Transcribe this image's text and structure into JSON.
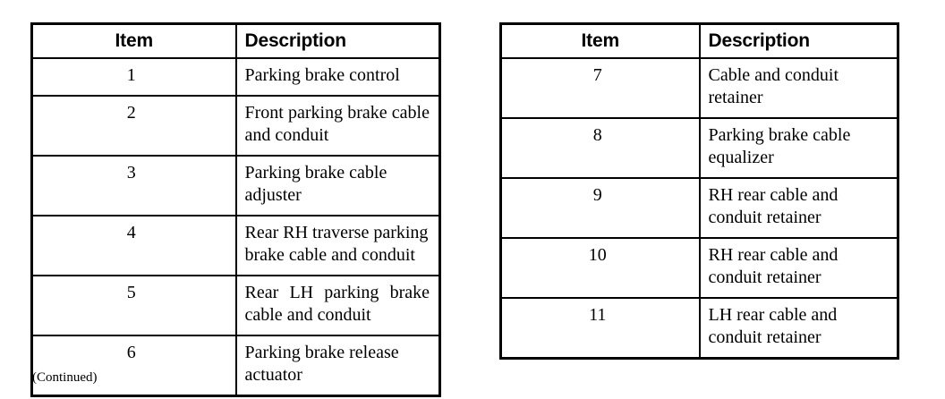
{
  "page": {
    "background_color": "#ffffff",
    "text_color": "#000000",
    "continued_note": "(Continued)"
  },
  "tables": [
    {
      "id": "left",
      "headers": {
        "item": "Item",
        "description": "Description"
      },
      "rows": [
        {
          "item": "1",
          "description": "Parking brake control"
        },
        {
          "item": "2",
          "description": "Front parking brake cable and conduit"
        },
        {
          "item": "3",
          "description": "Parking brake cable adjuster"
        },
        {
          "item": "4",
          "description": "Rear RH traverse parking brake cable and conduit"
        },
        {
          "item": "5",
          "description": "Rear LH parking brake cable and conduit"
        },
        {
          "item": "6",
          "description": "Parking brake release actuator"
        }
      ]
    },
    {
      "id": "right",
      "headers": {
        "item": "Item",
        "description": "Description"
      },
      "rows": [
        {
          "item": "7",
          "description": "Cable and conduit retainer"
        },
        {
          "item": "8",
          "description": "Parking brake cable equalizer"
        },
        {
          "item": "9",
          "description": "RH rear cable and conduit retainer"
        },
        {
          "item": "10",
          "description": "RH rear cable and conduit retainer"
        },
        {
          "item": "11",
          "description": "LH rear cable and conduit retainer"
        }
      ]
    }
  ]
}
